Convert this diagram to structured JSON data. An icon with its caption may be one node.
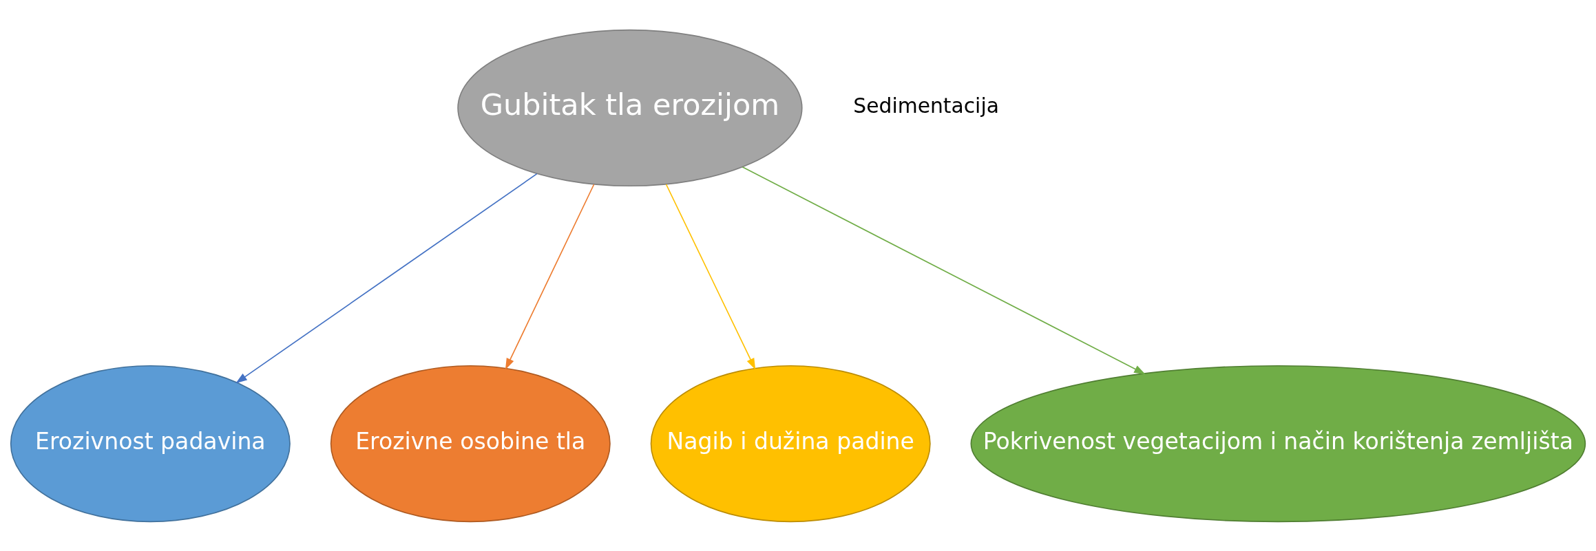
{
  "diagram": {
    "nodes": [
      {
        "text": [
          "Gubitak tla erozijom"
        ]
      },
      {
        "text": [
          "Erozivnost padavina"
        ]
      },
      {
        "text": [
          "Erozivne osobine tla"
        ]
      },
      {
        "text": [
          "Nagib i dužina padine"
        ]
      },
      {
        "text": [
          "Pokrivenost vegetacijom i način korištenja zemljišta"
        ]
      }
    ],
    "edges": [
      {
        "from": 0,
        "to": 1,
        "arrow": "to",
        "color": "#4472c4"
      },
      {
        "from": 0,
        "to": 2,
        "arrow": "to",
        "color": "#ed7d31"
      },
      {
        "from": 0,
        "to": 3,
        "arrow": "to",
        "color": "#ffc000"
      },
      {
        "from": 0,
        "to": 4,
        "arrow": "to",
        "color": "#70ad47"
      }
    ],
    "labels": [
      "Sedimentacija"
    ]
  }
}
